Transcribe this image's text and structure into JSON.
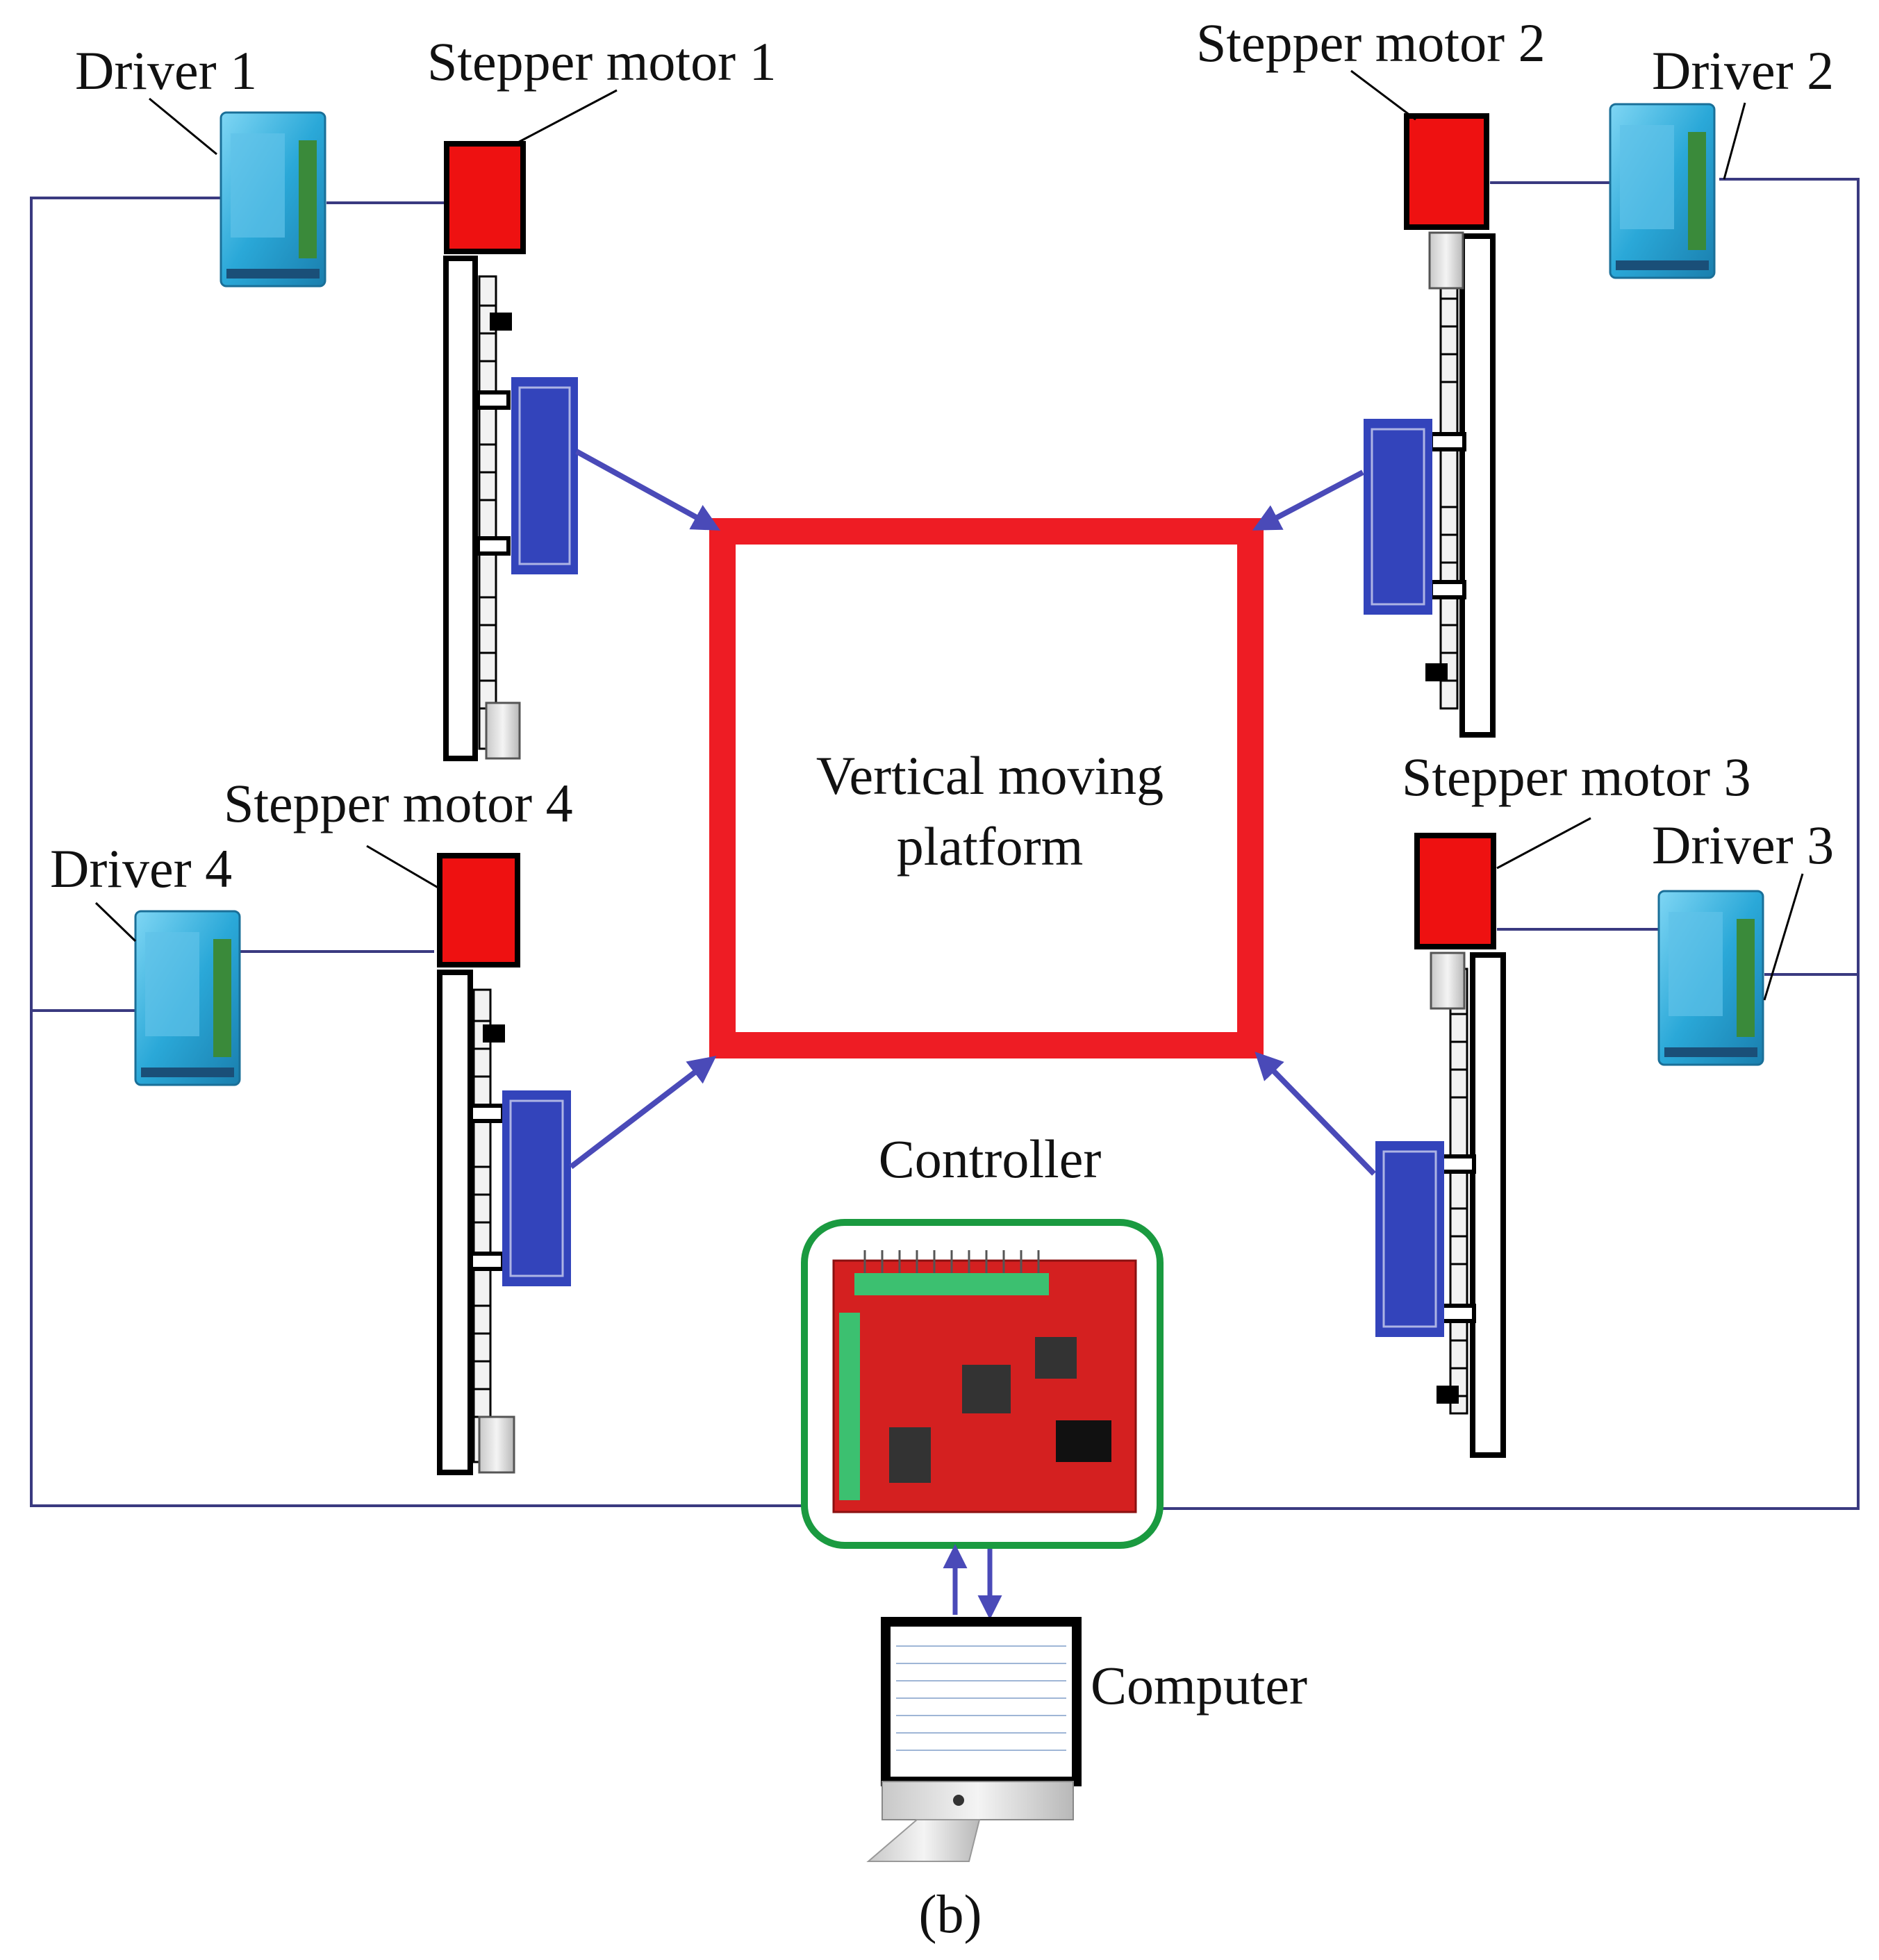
{
  "labels": {
    "driver_1": "Driver 1",
    "driver_2": "Driver 2",
    "driver_3": "Driver 3",
    "driver_4": "Driver 4",
    "stepper_motor_1": "Stepper motor 1",
    "stepper_motor_2": "Stepper motor 2",
    "stepper_motor_3": "Stepper motor 3",
    "stepper_motor_4": "Stepper motor 4",
    "platform_line_1": "Vertical moving",
    "platform_line_2": "platform",
    "controller": "Controller",
    "computer": "Computer",
    "caption": "(b)"
  },
  "colors": {
    "motor": "#ee1111",
    "platform": "#ee1c24",
    "slider": "#3344bb",
    "arrow": "#4a4ab8",
    "wire": "#3a3a80",
    "driver": "#2aa8d8",
    "controller_board": "#d42020",
    "controller_frame": "#1a9a40",
    "terminal": "#3cc070"
  }
}
